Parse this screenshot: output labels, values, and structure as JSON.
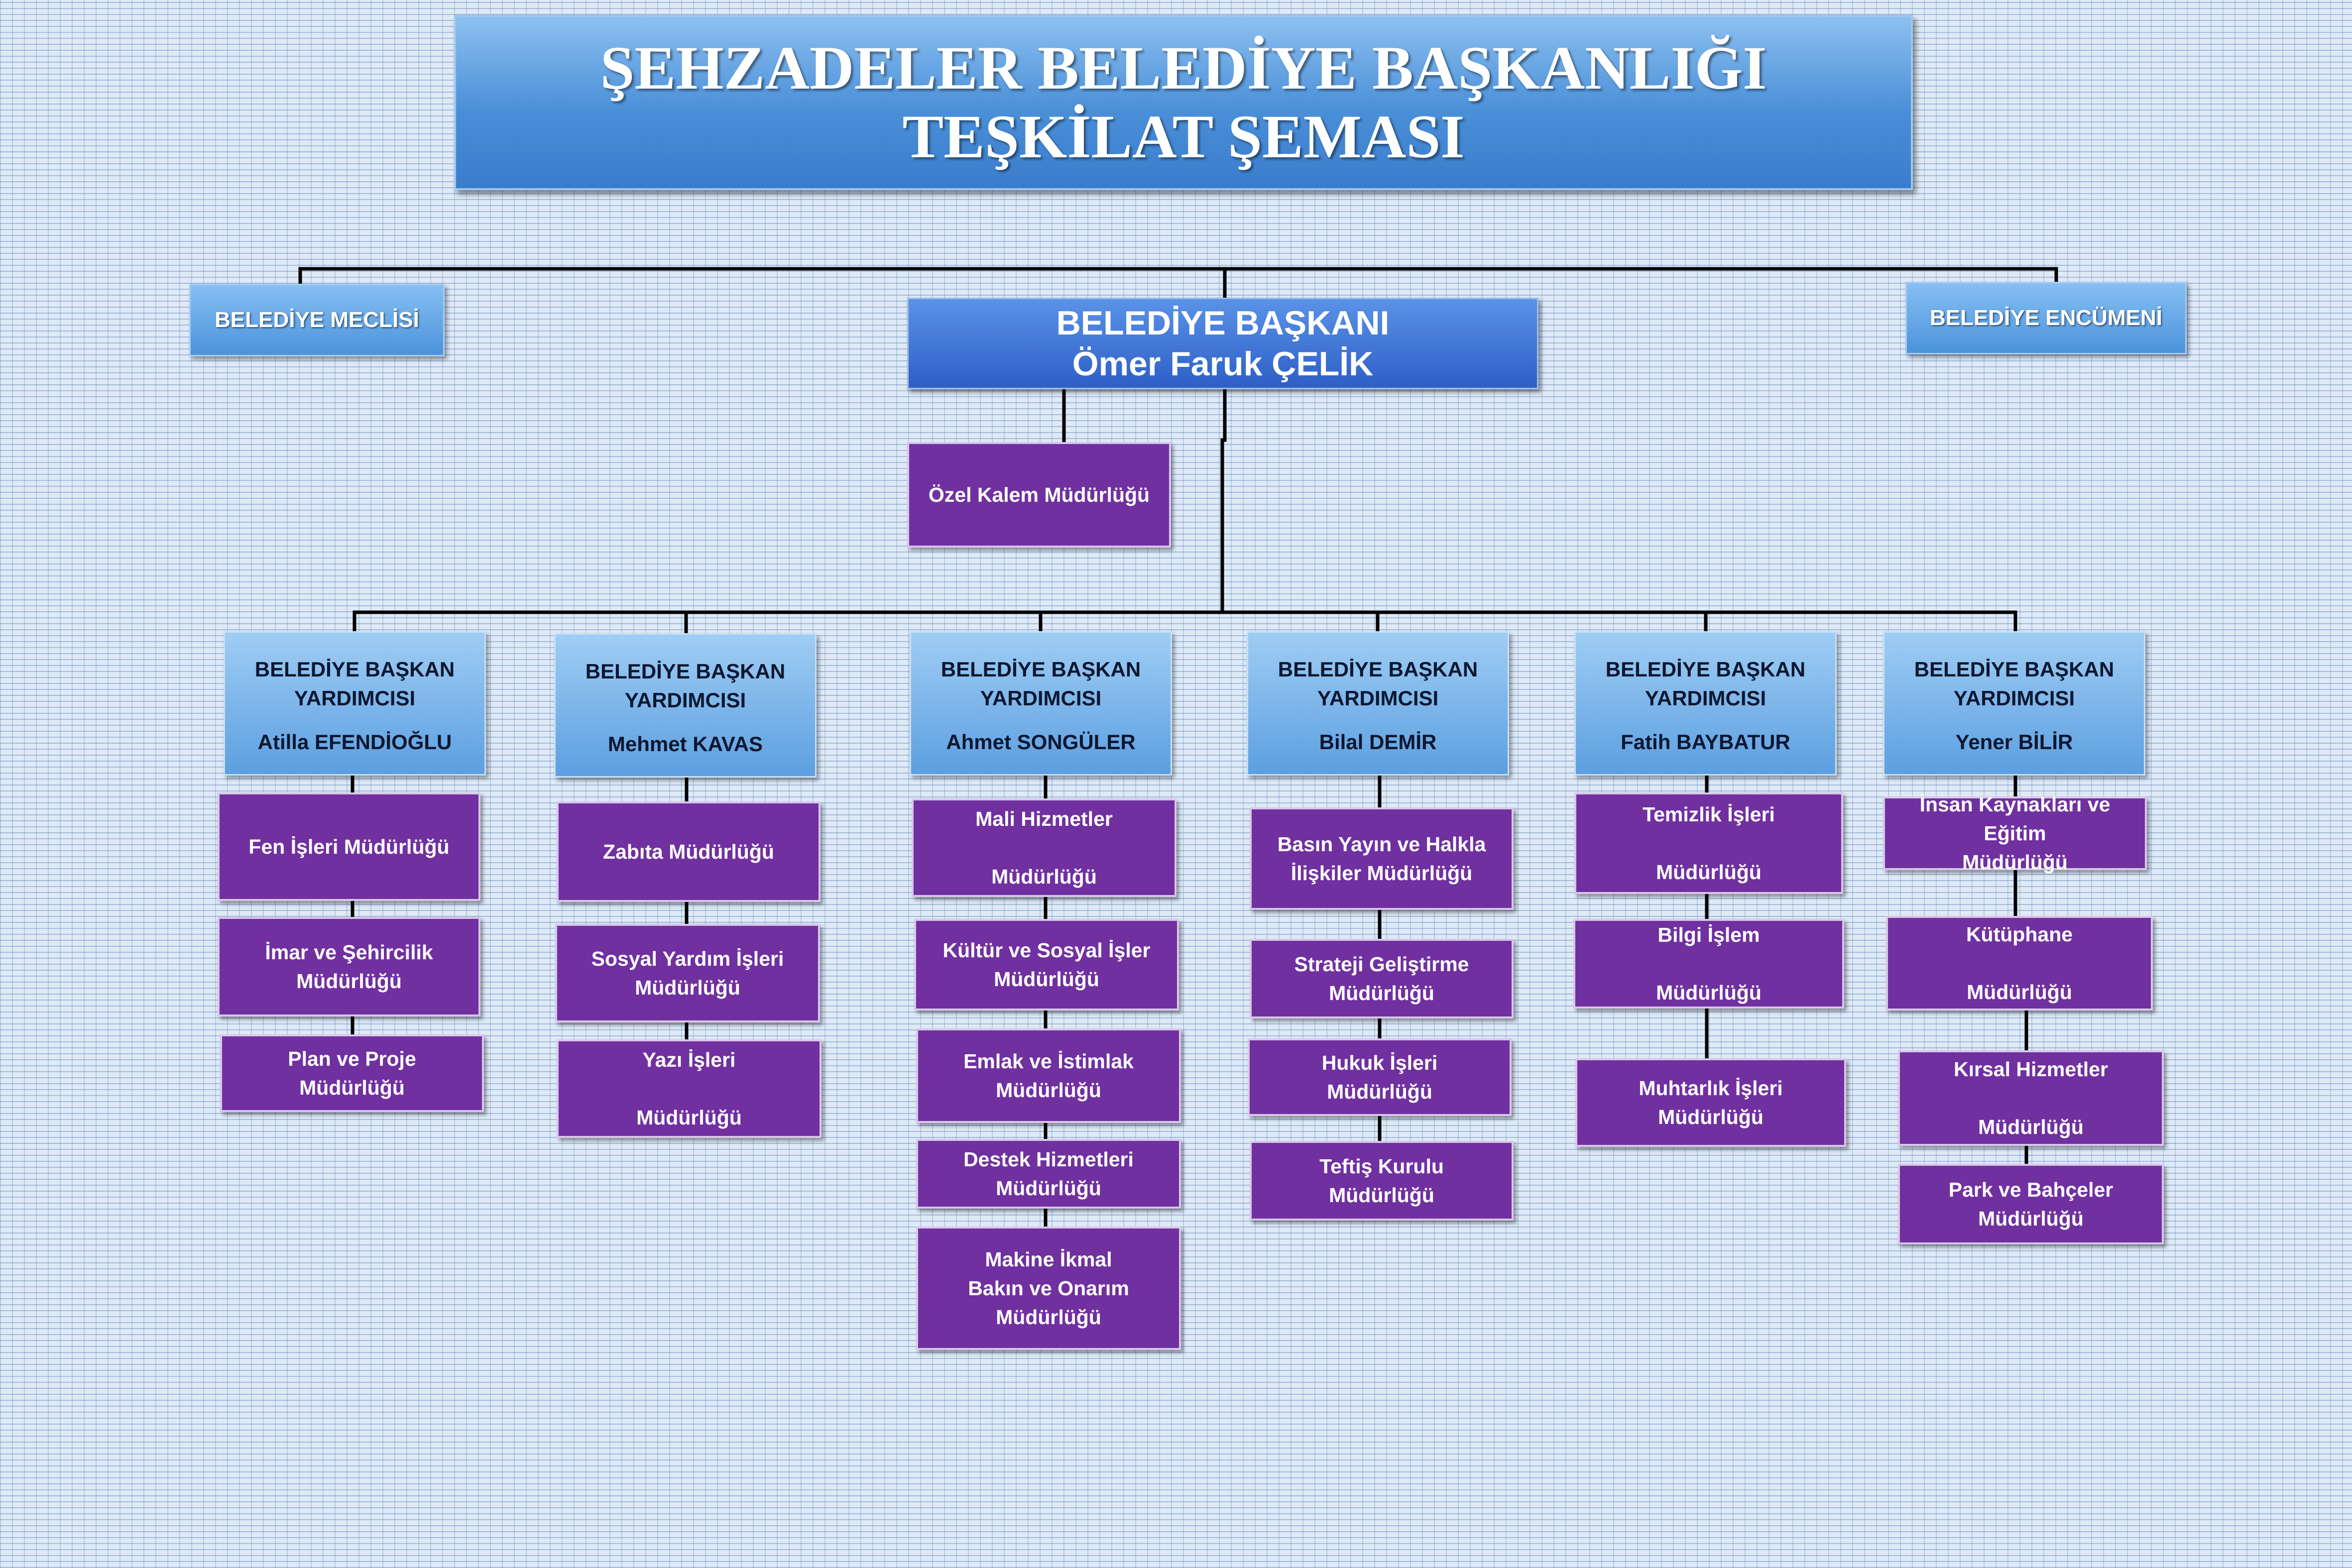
{
  "title": {
    "line1": "ŞEHZADELER BELEDİYE BAŞKANLIĞI",
    "line2": "TEŞKİLAT ŞEMASI"
  },
  "council": "BELEDİYE MECLİSİ",
  "committee": "BELEDİYE ENCÜMENİ",
  "mayor": {
    "title": "BELEDİYE BAŞKANI",
    "name": "Ömer Faruk ÇELİK"
  },
  "private_office": "Özel Kalem Müdürlüğü",
  "deputies": [
    {
      "title": "BELEDİYE BAŞKAN\nYARDIMCISI",
      "name": "Atilla EFENDİOĞLU",
      "directorates": [
        "Fen İşleri Müdürlüğü",
        "İmar ve Şehircilik\nMüdürlüğü",
        "Plan ve Proje\nMüdürlüğü"
      ]
    },
    {
      "title": "BELEDİYE BAŞKAN\nYARDIMCISI",
      "name": "Mehmet KAVAS",
      "directorates": [
        "Zabıta Müdürlüğü",
        "Sosyal Yardım İşleri\nMüdürlüğü",
        "Yazı İşleri\n\nMüdürlüğü"
      ]
    },
    {
      "title": "BELEDİYE BAŞKAN\nYARDIMCISI",
      "name": "Ahmet SONGÜLER",
      "directorates": [
        "Mali Hizmetler\n\nMüdürlüğü",
        "Kültür ve Sosyal İşler\nMüdürlüğü",
        "Emlak ve İstimlak\nMüdürlüğü",
        "Destek  Hizmetleri\nMüdürlüğü",
        "Makine İkmal\nBakın ve Onarım\nMüdürlüğü"
      ]
    },
    {
      "title": "BELEDİYE BAŞKAN\nYARDIMCISI",
      "name": "Bilal DEMİR",
      "directorates": [
        "Basın Yayın ve Halkla\nİlişkiler Müdürlüğü",
        "Strateji Geliştirme\nMüdürlüğü",
        "Hukuk İşleri\nMüdürlüğü",
        "Teftiş Kurulu\nMüdürlüğü"
      ]
    },
    {
      "title": "BELEDİYE BAŞKAN\nYARDIMCISI",
      "name": "Fatih BAYBATUR",
      "directorates": [
        "Temizlik İşleri\n\nMüdürlüğü",
        "Bilgi İşlem\n\nMüdürlüğü",
        "Muhtarlık İşleri\nMüdürlüğü"
      ]
    },
    {
      "title": "BELEDİYE BAŞKAN\nYARDIMCISI",
      "name": "Yener BİLİR",
      "directorates": [
        "İnsan Kaynakları ve Eğitim\nMüdürlüğü",
        "Kütüphane\n\nMüdürlüğü",
        "Kırsal Hizmetler\n\nMüdürlüğü",
        "Park ve Bahçeler\nMüdürlüğü"
      ]
    }
  ],
  "colors": {
    "directorate": "#7030a0",
    "deputy": "#5c9fe0",
    "mayor": "#2d5fc6",
    "connector": "#000000"
  }
}
